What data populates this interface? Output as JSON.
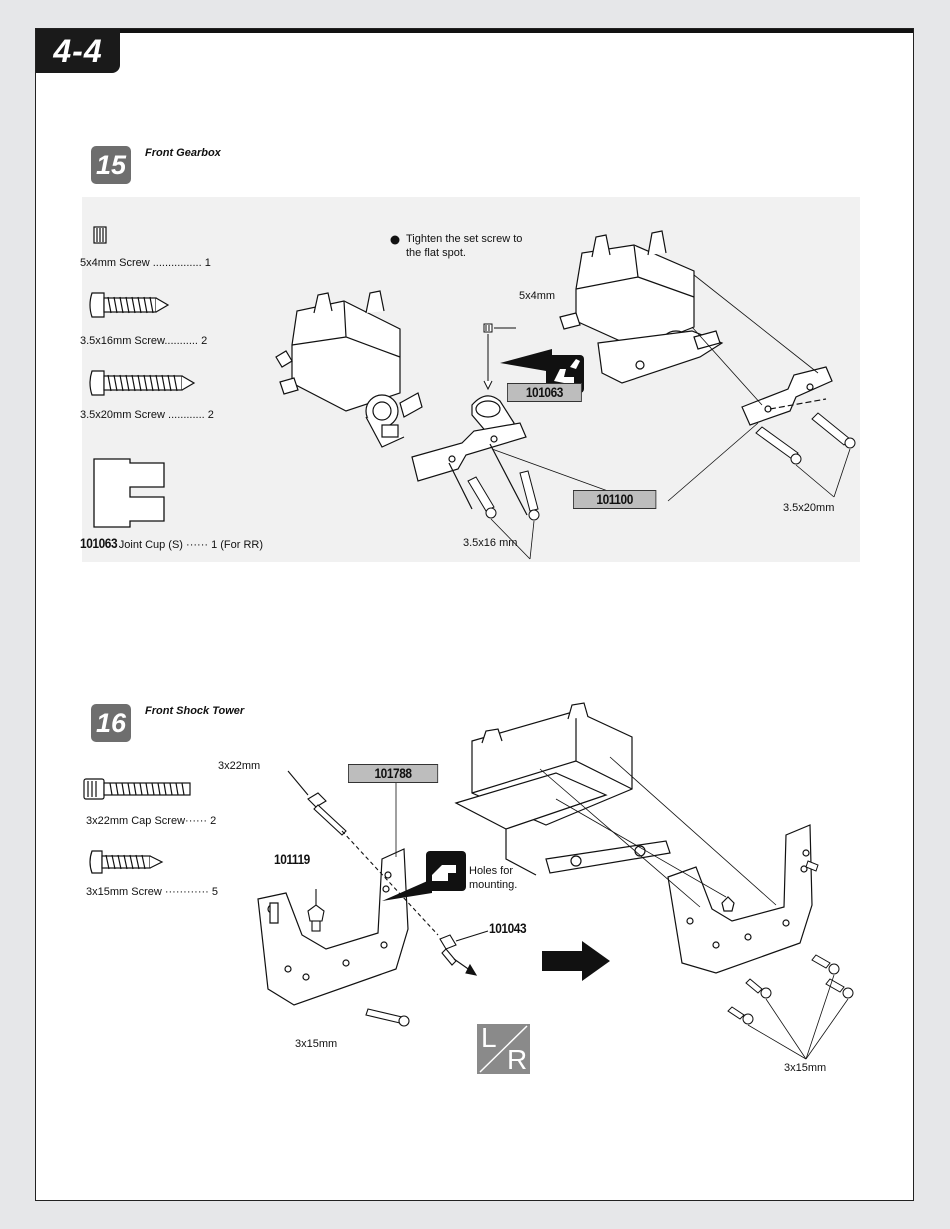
{
  "page_number": "4-4",
  "steps": [
    {
      "number": "15",
      "title": "Front Gearbox",
      "parts": [
        {
          "name": "5x4mm  Screw",
          "qty": "1",
          "icon": "set-screw-icon"
        },
        {
          "name": "3.5x16mm  Screw",
          "qty": "2",
          "icon": "tapping-screw-icon"
        },
        {
          "name": "3.5x20mm  Screw",
          "qty": "2",
          "icon": "tapping-screw-icon"
        }
      ],
      "joint_cup": {
        "code": "101063",
        "desc": "Joint Cup (S)",
        "qty": "1 (For RR)"
      },
      "note_line1": "Tighten the set screw to",
      "note_line2": "the flat spot.",
      "labels": {
        "set_screw": "5x4mm",
        "short_screws": "3.5x16 mm",
        "long_screws": "3.5x20mm"
      },
      "part_tags": {
        "joint_cup": "101063",
        "plate": "101100"
      }
    },
    {
      "number": "16",
      "title": "Front Shock Tower",
      "parts": [
        {
          "name": "3x22mm Cap Screw",
          "qty": "2",
          "icon": "cap-screw-icon"
        },
        {
          "name": "3x15mm Screw",
          "qty": "5",
          "icon": "tapping-screw-icon"
        }
      ],
      "note_line1": "Holes for",
      "note_line2": "mounting.",
      "labels": {
        "cap_screw": "3x22mm",
        "screw_left": "3x15mm",
        "screw_right": "3x15mm"
      },
      "part_tags": {
        "tower": "101788",
        "post": "101119",
        "ball_end": "101043"
      },
      "lr_left": "L",
      "lr_right": "R"
    }
  ]
}
